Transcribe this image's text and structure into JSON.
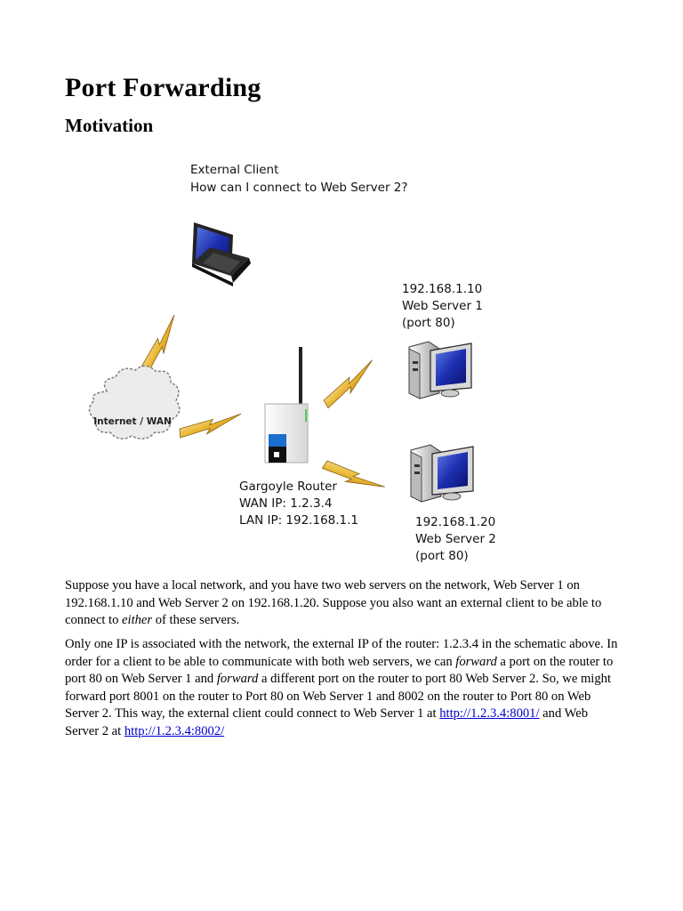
{
  "title": "Port Forwarding",
  "subtitle": "Motivation",
  "diagram": {
    "client_label_1": "External Client",
    "client_label_2": "How can I  connect to Web Server 2?",
    "cloud_label": "Internet / WAN",
    "server1": {
      "ip": "192.168.1.10",
      "name": "Web Server 1",
      "port": "(port 80)"
    },
    "server2": {
      "ip": "192.168.1.20",
      "name": "Web Server 2",
      "port": "(port 80)"
    },
    "router": {
      "name": "Gargoyle Router",
      "wan": "WAN IP: 1.2.3.4",
      "lan": "LAN IP: 192.168.1.1"
    },
    "colors": {
      "bolt": "#e8b530",
      "monitor": "#2a2e9c",
      "router_blue": "#1a6fd0"
    }
  },
  "para1": {
    "text_a": "Suppose you have a local network, and you have two web servers on the network, Web Server 1 on 192.168.1.10 and Web Server 2 on 192.168.1.20. Suppose you also want an external client to be able to connect to ",
    "em": "either",
    "text_b": " of these servers."
  },
  "para2": {
    "text_a": "Only one IP is associated with the network, the external IP of the router: 1.2.3.4 in the schematic above. In order for a client to be able to communicate with both web servers, we can ",
    "em1": "forward",
    "text_b": " a port on the router to port 80 on Web Server 1 and ",
    "em2": "forward",
    "text_c": " a different port on the router to port 80 Web Server 2. So, we might forward port 8001 on the router to Port 80 on Web Server 1 and 8002 on the router to Port 80 on Web Server 2. This way, the external client could connect to Web Server 1 at ",
    "link1": "http://1.2.3.4:8001/",
    "text_d": " and Web Server 2 at ",
    "link2": "http://1.2.3.4:8002/"
  }
}
